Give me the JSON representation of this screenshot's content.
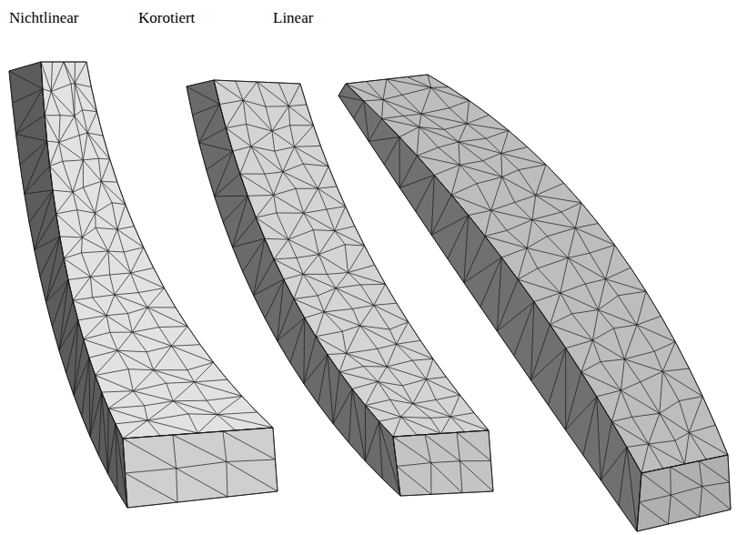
{
  "diagram": {
    "labels": [
      "Nichtlinear",
      "Korotiert",
      "Linear"
    ]
  }
}
